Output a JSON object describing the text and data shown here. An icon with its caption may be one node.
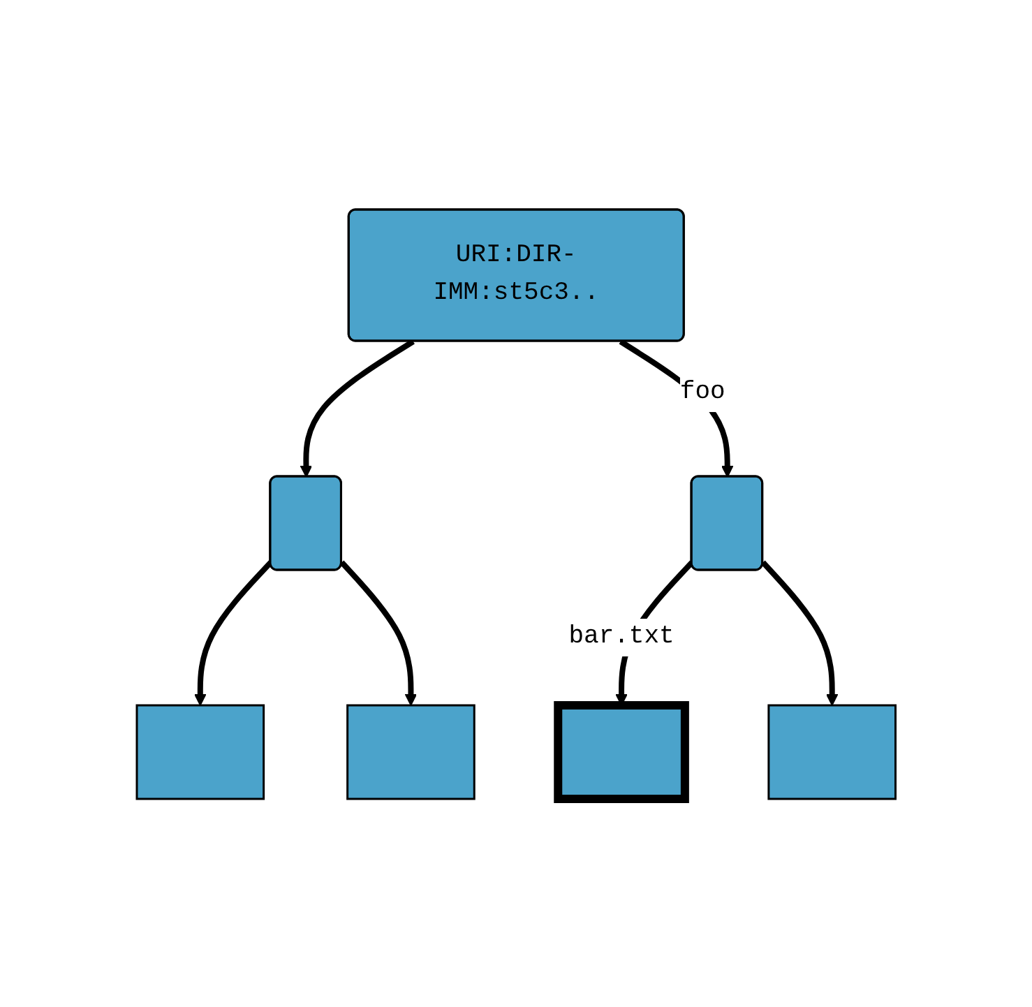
{
  "diagram": {
    "nodes": [
      {
        "text": [
          "URI:DIR-IMM:st5c3.."
        ]
      },
      {
        "text": [],
        "shape": "rounded"
      },
      {
        "text": [],
        "shape": "rounded"
      },
      {
        "text": [],
        "shape": "box"
      },
      {
        "text": [],
        "shape": "box"
      },
      {
        "text": [],
        "shape": "box"
      },
      {
        "text": [],
        "shape": "box"
      }
    ],
    "edges": [
      {
        "from": 0,
        "to": 1,
        "arrow": "to"
      },
      {
        "from": 0,
        "to": 2,
        "arrow": "to",
        "label": "foo"
      },
      {
        "from": 1,
        "to": 3,
        "arrow": "to"
      },
      {
        "from": 1,
        "to": 4,
        "arrow": "to"
      },
      {
        "from": 2,
        "to": 5,
        "arrow": "to",
        "label": "bar.txt"
      },
      {
        "from": 2,
        "to": 6,
        "arrow": "to"
      }
    ]
  }
}
